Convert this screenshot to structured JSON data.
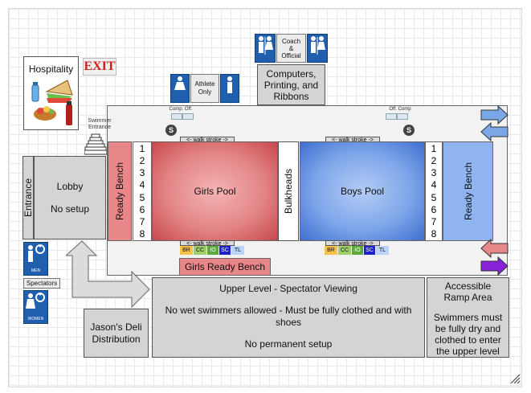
{
  "hospitality": {
    "label": "Hospitality"
  },
  "exit_sign": "EXIT",
  "restroom_top": {
    "coach_official": "Coach\n&\nOfficial",
    "athlete_only": "Athlete\nOnly",
    "restroom_text": "RESTROOM",
    "girls_text": "GIRLS",
    "boys_text": "BOYS"
  },
  "computers": {
    "label": "Computers, Printing, and Ribbons"
  },
  "comp_off_left": "Comp. Off.",
  "comp_off_right": "Off. Comp",
  "swimmer_entrance": "Swimmer Entrance",
  "entrance": "Entrance",
  "lobby": {
    "title": "Lobby",
    "note": "No setup"
  },
  "ready_bench": "Ready Bench",
  "lanes": [
    "1",
    "2",
    "3",
    "4",
    "5",
    "6",
    "7",
    "8"
  ],
  "girls_pool": "Girls Pool",
  "boys_pool": "Boys Pool",
  "bulkheads": "Bulkheads",
  "walk_stroke": "<- walk stroke ->",
  "stroke_chips": [
    "BR",
    "CC",
    "IO",
    "SC",
    "TL"
  ],
  "girls_ready_bench": "Girls Ready Bench",
  "spectators": "Spectators",
  "men_label": "MEN",
  "women_label": "WOMEN",
  "upper_level": {
    "title": "Upper Level - Spectator Viewing",
    "line2": "No wet swimmers allowed - Must be fully clothed and with shoes",
    "line3": "No permanent setup"
  },
  "accessible": {
    "title": "Accessible Ramp Area",
    "note": "Swimmers must be fully dry and clothed to enter the upper level"
  },
  "deli": "Jason's Deli Distribution",
  "s_marker": "S",
  "colors": {
    "pool_girls": "#d96d70",
    "pool_boys": "#5f8fe0",
    "bench_left": "#e8878a",
    "bench_right": "#8fb4f0",
    "chip_br": "#f5c24a",
    "chip_cc": "#9ccf6b",
    "chip_io": "#5cab3c",
    "chip_sc": "#1a22c8",
    "chip_tl": "#bcd4f7",
    "arrow_blue": "#7aa7e6",
    "arrow_red": "#e8878a",
    "arrow_purple": "#8a22d8"
  }
}
